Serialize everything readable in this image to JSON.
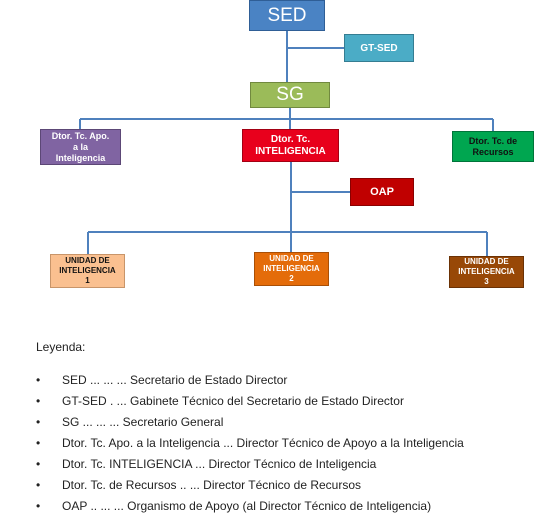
{
  "org_chart": {
    "sed": "SED",
    "gt_sed": "GT-SED",
    "sg": "SG",
    "apo": [
      "Dtor. Tc. Apo.",
      "a la",
      "Inteligencia"
    ],
    "inteligencia": [
      "Dtor. Tc.",
      "INTELIGENCIA"
    ],
    "recursos": [
      "Dtor. Tc. de",
      "Recursos"
    ],
    "oap": "OAP",
    "unidad_1": [
      "UNIDAD DE",
      "INTELIGENCIA",
      "1"
    ],
    "unidad_2": [
      "UNIDAD DE",
      "INTELIGENCIA",
      "2"
    ],
    "unidad_3": [
      "UNIDAD DE",
      "INTELIGENCIA",
      "3"
    ]
  },
  "legend": {
    "title": "Leyenda:",
    "bullet": "•",
    "items": [
      "SED ... ... ... Secretario de Estado Director",
      "GT-SED . ... Gabinete Técnico del Secretario de Estado Director",
      "SG ... ... ... Secretario General",
      "Dtor. Tc. Apo. a la Inteligencia ... Director Técnico de Apoyo a la Inteligencia",
      "Dtor. Tc. INTELIGENCIA ... Director Técnico de Inteligencia",
      "Dtor. Tc. de Recursos .. ... Director Técnico de Recursos",
      "OAP .. ... ... Organismo de Apoyo (al Director Técnico de Inteligencia)"
    ]
  },
  "colors": {
    "connector": "#4f81bd",
    "sed": "#4a83c4",
    "gt_sed": "#4bacc6",
    "sg": "#9bbb59",
    "apo": "#8064a2",
    "inteligencia": "#e8001c",
    "recursos": "#00a650",
    "oap": "#c00000",
    "unidad_1": "#fac090",
    "unidad_2": "#e46c0a",
    "unidad_3": "#984807"
  }
}
